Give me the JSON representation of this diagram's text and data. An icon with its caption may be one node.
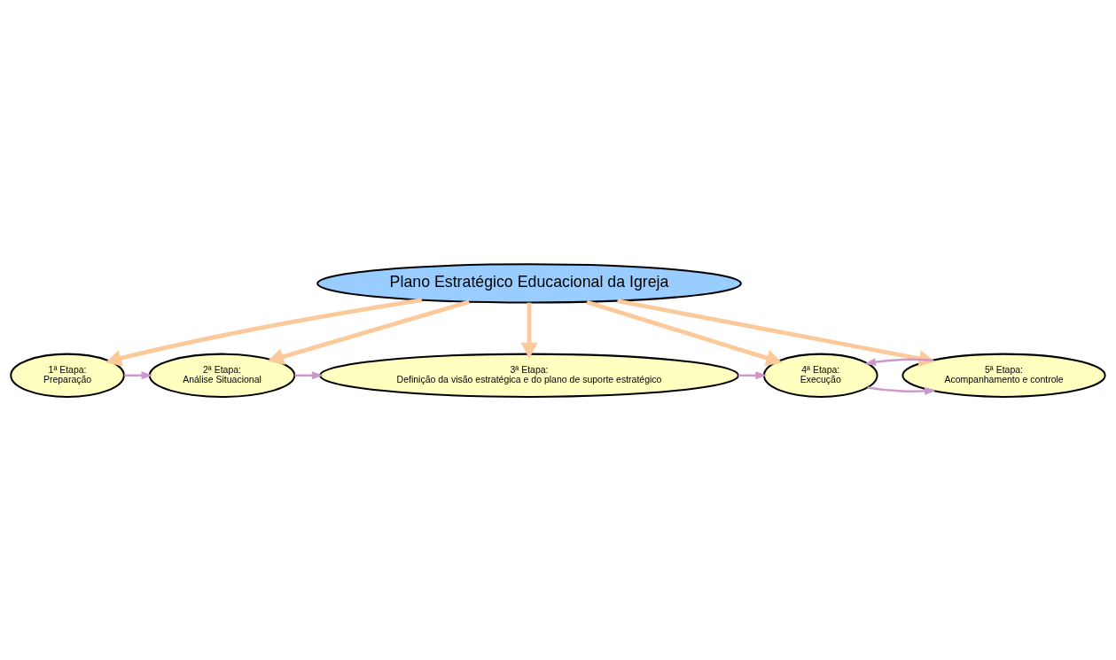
{
  "diagram": {
    "nodes": [
      {
        "text": [
          "Plano Estratégico Educacional da Igreja"
        ]
      },
      {
        "text": [
          "1ª Etapa:",
          "Preparação"
        ]
      },
      {
        "text": [
          "2ª Etapa:",
          "Análise Situacional"
        ]
      },
      {
        "text": [
          "3ª Etapa:",
          "Definição da visão estratégica e do plano de suporte estratégico"
        ]
      },
      {
        "text": [
          "4ª Etapa:",
          "Execução"
        ]
      },
      {
        "text": [
          "5ª Etapa:",
          "Acompanhamento e controle"
        ]
      }
    ],
    "edges": [
      {
        "from": 0,
        "to": 1,
        "arrow": "to",
        "style": "thick",
        "color": "#fcc99a"
      },
      {
        "from": 0,
        "to": 2,
        "arrow": "to",
        "style": "thick",
        "color": "#fcc99a"
      },
      {
        "from": 0,
        "to": 3,
        "arrow": "to",
        "style": "thick",
        "color": "#fcc99a"
      },
      {
        "from": 0,
        "to": 4,
        "arrow": "to",
        "style": "thick",
        "color": "#fcc99a"
      },
      {
        "from": 0,
        "to": 5,
        "arrow": "to",
        "style": "thick",
        "color": "#fcc99a"
      },
      {
        "from": 1,
        "to": 2,
        "arrow": "to",
        "color": "#cc99cc"
      },
      {
        "from": 2,
        "to": 3,
        "arrow": "to",
        "color": "#cc99cc"
      },
      {
        "from": 3,
        "to": 4,
        "arrow": "to",
        "color": "#cc99cc"
      },
      {
        "from": 4,
        "to": 5,
        "arrow": "to",
        "color": "#cc99cc"
      },
      {
        "from": 5,
        "to": 4,
        "arrow": "to",
        "color": "#cc99cc"
      }
    ]
  }
}
